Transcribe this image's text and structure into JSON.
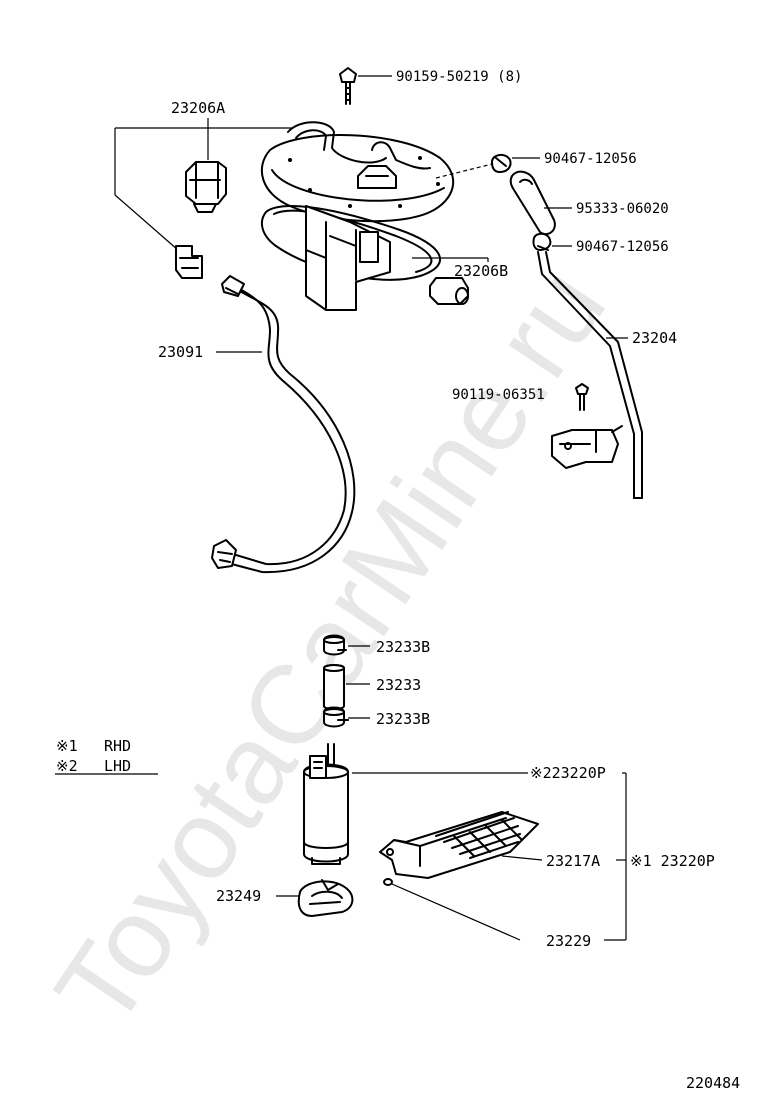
{
  "watermark": "ToyotaCarMine.ru",
  "diagram_id": "220484",
  "legend": {
    "rhd": {
      "mark": "※1",
      "text": "RHD"
    },
    "lhd": {
      "mark": "※2",
      "text": "LHD"
    }
  },
  "callouts": {
    "bolt_top": "90159-50219 (8)",
    "sender": "23206A",
    "clamp_upper": "90467-12056",
    "hose": "95333-06020",
    "clamp_lower": "90467-12056",
    "gasket": "23206B",
    "tube": "23204",
    "pipe": "23091",
    "bolt_mid": "90119-06351",
    "cushion_top": "23233B",
    "cushion_tube": "23233",
    "cushion_bottom": "23233B",
    "pump_lhd": "※223220P",
    "filter": "23217A",
    "pump_rhd": "※1 23220P",
    "holder": "23249",
    "clip": "23229"
  }
}
